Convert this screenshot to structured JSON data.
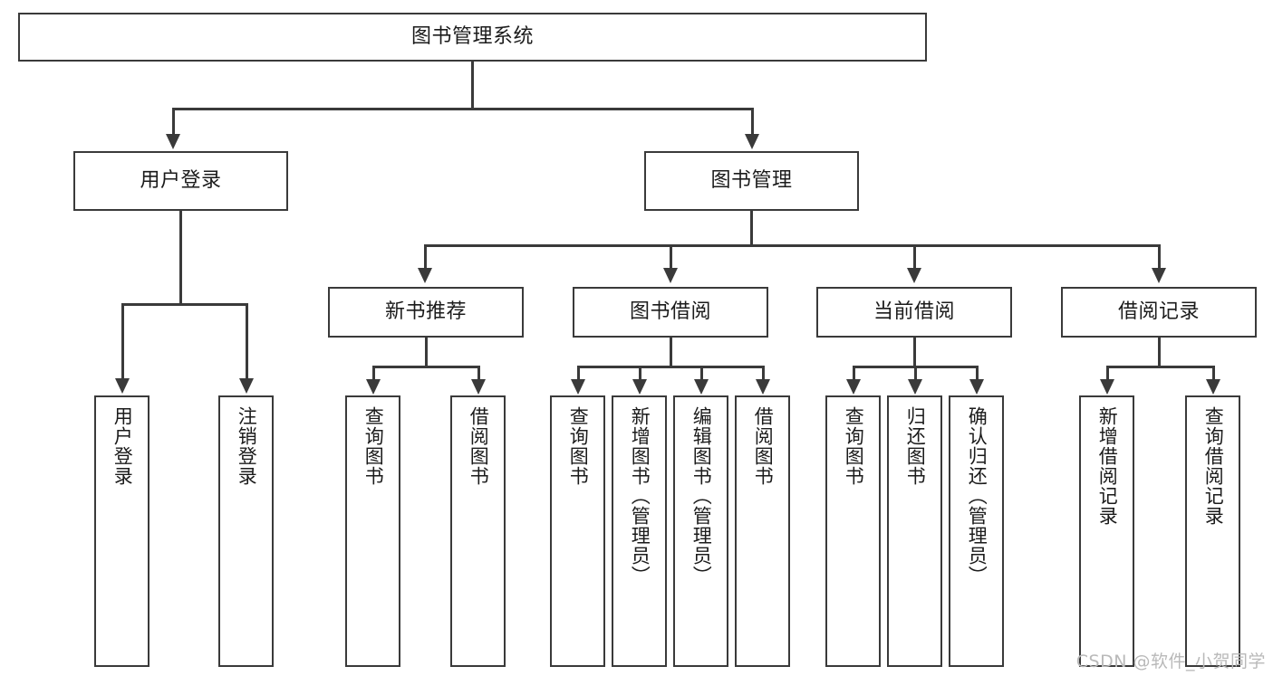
{
  "diagram": {
    "title": "图书管理系统",
    "type": "hierarchy-tree",
    "levels": 4,
    "root": {
      "id": "root",
      "label": "图书管理系统"
    },
    "level2": [
      {
        "id": "user-login",
        "label": "用户登录"
      },
      {
        "id": "book-manage",
        "label": "图书管理"
      }
    ],
    "level3": [
      {
        "id": "new-book-rec",
        "label": "新书推荐",
        "parent": "book-manage"
      },
      {
        "id": "book-borrow",
        "label": "图书借阅",
        "parent": "book-manage"
      },
      {
        "id": "current-borrow",
        "label": "当前借阅",
        "parent": "book-manage"
      },
      {
        "id": "borrow-record",
        "label": "借阅记录",
        "parent": "book-manage"
      }
    ],
    "leaves": [
      {
        "id": "leaf-user-login",
        "label": "用户登录",
        "parent": "user-login"
      },
      {
        "id": "leaf-user-logout",
        "label": "注销登录",
        "parent": "user-login"
      },
      {
        "id": "leaf-query-book-1",
        "label": "查询图书",
        "parent": "new-book-rec"
      },
      {
        "id": "leaf-borrow-book-1",
        "label": "借阅图书",
        "parent": "new-book-rec"
      },
      {
        "id": "leaf-query-book-2",
        "label": "查询图书",
        "parent": "book-borrow"
      },
      {
        "id": "leaf-add-book",
        "label": "新增图书（管理员）",
        "parent": "book-borrow"
      },
      {
        "id": "leaf-edit-book",
        "label": "编辑图书（管理员）",
        "parent": "book-borrow"
      },
      {
        "id": "leaf-borrow-book-2",
        "label": "借阅图书",
        "parent": "book-borrow"
      },
      {
        "id": "leaf-query-book-3",
        "label": "查询图书",
        "parent": "current-borrow"
      },
      {
        "id": "leaf-return-book",
        "label": "归还图书",
        "parent": "current-borrow"
      },
      {
        "id": "leaf-confirm-return",
        "label": "确认归还（管理员）",
        "parent": "current-borrow"
      },
      {
        "id": "leaf-add-record",
        "label": "新增借阅记录",
        "parent": "borrow-record"
      },
      {
        "id": "leaf-query-record",
        "label": "查询借阅记录",
        "parent": "borrow-record"
      }
    ]
  },
  "watermark": {
    "text": "CSDN @软件_小贺同学"
  },
  "colors": {
    "stroke": "#3a3a3a",
    "text": "#1b1b1b",
    "background": "#ffffff",
    "watermark": "#b9b9b9"
  }
}
